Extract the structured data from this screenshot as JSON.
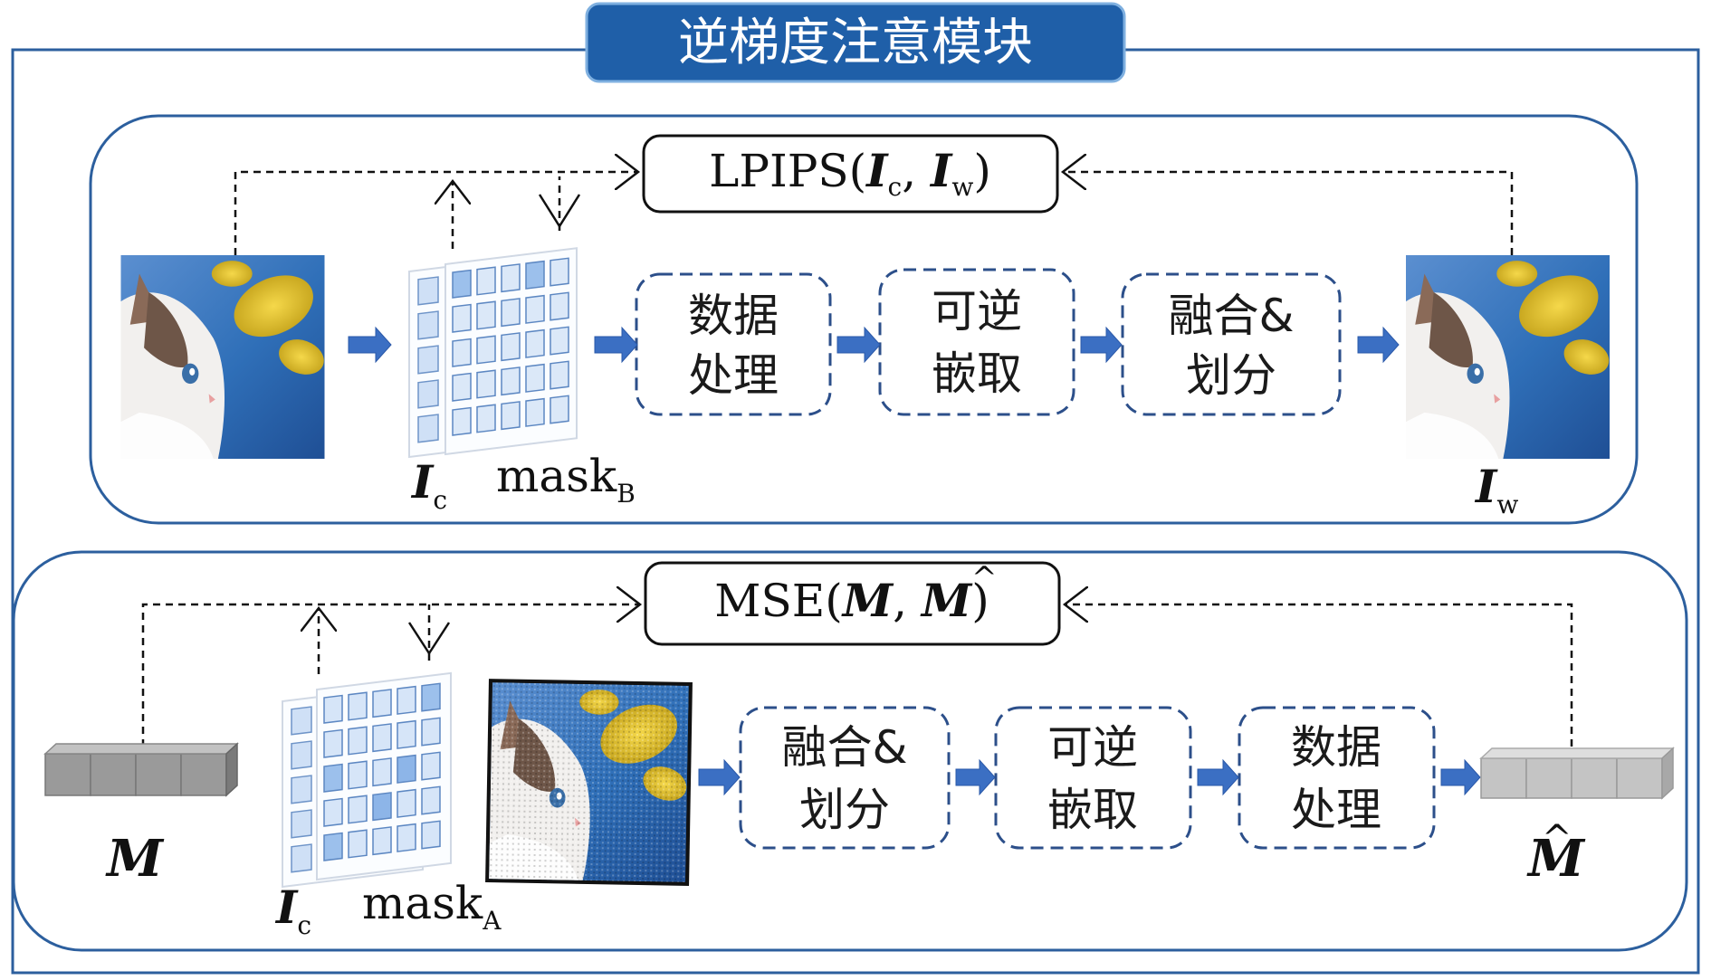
{
  "title": "逆梯度注意模块",
  "top": {
    "loss_label": "LPIPS(",
    "loss_arg1": "I",
    "loss_arg1_sub": "c",
    "loss_sep": ", ",
    "loss_arg2": "I",
    "loss_arg2_sub": "w",
    "loss_close": ")",
    "input_label": "I",
    "input_sub": "c",
    "mask_label": "mask",
    "mask_sub": "B",
    "output_label": "I",
    "output_sub": "w",
    "steps": [
      {
        "line1": "数据",
        "line2": "处理"
      },
      {
        "line1": "可逆",
        "line2": "嵌取"
      },
      {
        "line1": "融合&",
        "line2": "划分"
      }
    ]
  },
  "bottom": {
    "loss_label": "MSE(",
    "loss_arg1": "M",
    "loss_sep": ", ",
    "loss_arg2": "M",
    "loss_arg2_hat": "^",
    "loss_close": ")",
    "input_label": "M",
    "cover_label": "I",
    "cover_sub": "c",
    "mask_label": "mask",
    "mask_sub": "A",
    "output_label": "M",
    "output_hat": "^",
    "steps": [
      {
        "line1": "融合&",
        "line2": "划分"
      },
      {
        "line1": "可逆",
        "line2": "嵌取"
      },
      {
        "line1": "数据",
        "line2": "处理"
      }
    ]
  },
  "colors": {
    "frame_blue": "#2c5f9e",
    "title_fill": "#1f5fa8",
    "arrow_blue": "#3b6fc3",
    "dashed_box": "#2c4f8a",
    "grid_cell": "#c9dcf4",
    "grid_cell_dark": "#8db5e8",
    "message_gray": "#9a9a9a"
  },
  "icons": [
    "cat-image-icon",
    "watermarked-cat-image-icon",
    "noisy-cat-image-icon",
    "mask-grid-icon",
    "message-bits-icon"
  ]
}
